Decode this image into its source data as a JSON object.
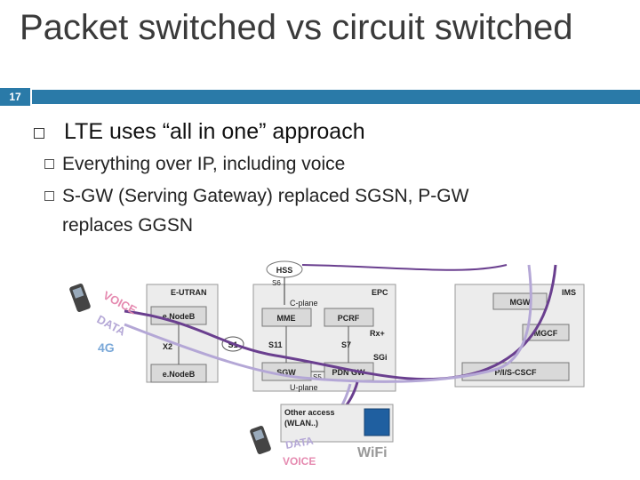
{
  "slide": {
    "title": "Packet switched vs circuit switched",
    "number": "17"
  },
  "bullets": {
    "main": "LTE uses “all in one” approach",
    "sub1": "Everything over IP, including voice",
    "sub2_line1": "S-GW (Serving Gateway) replaced SGSN, P-GW",
    "sub2_line2": "replaces GGSN"
  },
  "diagram": {
    "hss": "HSS",
    "s6": "S6",
    "eutran": "E-UTRAN",
    "epc": "EPC",
    "ims": "IMS",
    "cplane": "C-plane",
    "enodeb1": "e.NodeB",
    "enodeb2": "e.NodeB",
    "mme": "MME",
    "pcrf": "PCRF",
    "mgw": "MGW",
    "mgcf": "MGCF",
    "rx": "Rx+",
    "x2": "X2",
    "s1": "S1",
    "s11": "S11",
    "s7": "S7",
    "sgi": "SGi",
    "sgw": "SGW",
    "pdngw": "PDN GW",
    "s5": "S5",
    "cscf": "P/I/S-CSCF",
    "uplane": "U-plane",
    "other_access_1": "Other access",
    "other_access_2": "(WLAN..)",
    "voice_top": "VOICE",
    "data_top": "DATA",
    "fourg": "4G",
    "data_bottom": "DATA",
    "voice_bottom": "VOICE",
    "wifi": "WiFi"
  },
  "colors": {
    "accent_bar": "#2a7aa8",
    "voice_pink": "#e58ab0",
    "data_lavender": "#b4a7d6",
    "path_purple": "#6a3f8f",
    "box_gray": "#d9d9d9",
    "fourg_blue": "#7aa8d8"
  }
}
